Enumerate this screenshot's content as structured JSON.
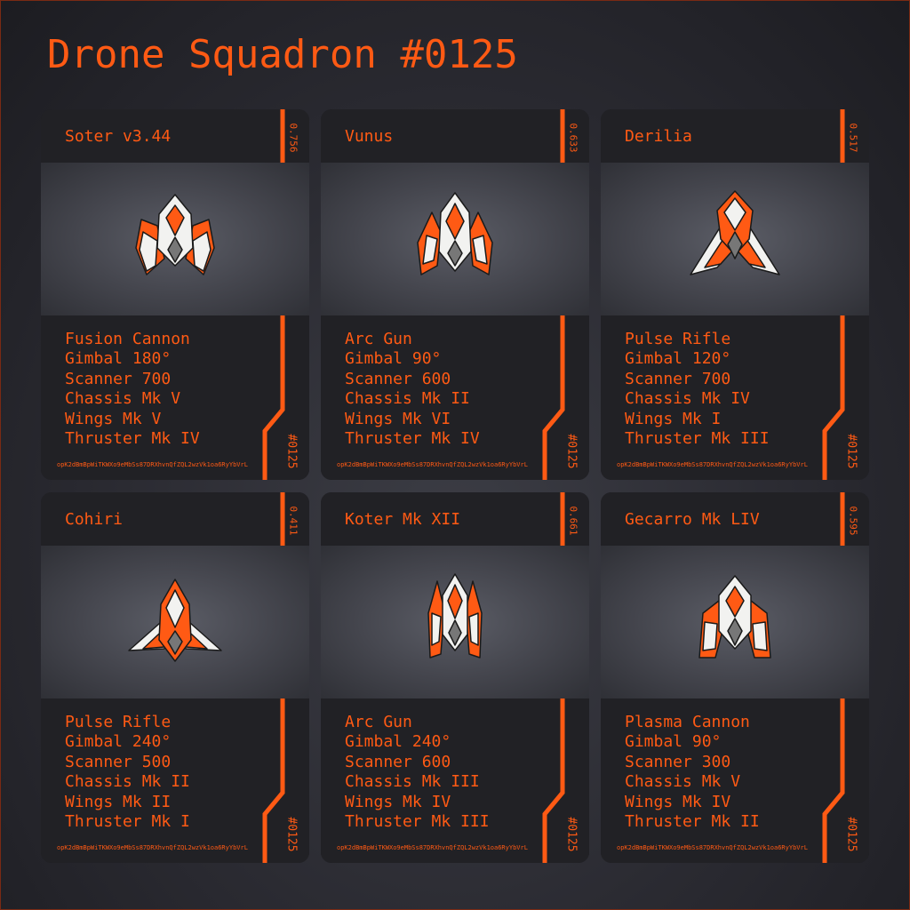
{
  "page": {
    "title": "Drone Squadron #0125"
  },
  "colors": {
    "accent": "#ff5a14",
    "panel": "#212125",
    "hull": "#f2f2f0",
    "cockpit": "#777777"
  },
  "drones": [
    {
      "name": "Soter v3.44",
      "score": "0.756",
      "id": "#0125",
      "code": "opK2dBmBpWiTKWXo9eMbSs87DRXhvnQfZQL2wzVk1oa6RyYbVrL",
      "specs": [
        "Fusion Cannon",
        "Gimbal 180°",
        "Scanner 700",
        "Chassis Mk V",
        "Wings Mk V",
        "Thruster Mk IV"
      ]
    },
    {
      "name": "Vunus",
      "score": "0.633",
      "id": "#0125",
      "code": "opK2dBmBpWiTKWXo9eMbSs87DRXhvnQfZQL2wzVk1oa6RyYbVrL",
      "specs": [
        "Arc Gun",
        "Gimbal 90°",
        "Scanner 600",
        "Chassis Mk II",
        "Wings Mk VI",
        "Thruster Mk IV"
      ]
    },
    {
      "name": "Derilia",
      "score": "0.517",
      "id": "#0125",
      "code": "opK2dBmBpWiTKWXo9eMbSs87DRXhvnQfZQL2wzVk1oa6RyYbVrL",
      "specs": [
        "Pulse Rifle",
        "Gimbal 120°",
        "Scanner 700",
        "Chassis Mk IV",
        "Wings Mk I",
        "Thruster Mk III"
      ]
    },
    {
      "name": "Cohiri",
      "score": "0.411",
      "id": "#0125",
      "code": "opK2dBmBpWiTKWXo9eMbSs87DRXhvnQfZQL2wzVk1oa6RyYbVrL",
      "specs": [
        "Pulse Rifle",
        "Gimbal 240°",
        "Scanner 500",
        "Chassis Mk II",
        "Wings Mk II",
        "Thruster Mk I"
      ]
    },
    {
      "name": "Koter Mk XII",
      "score": "0.661",
      "id": "#0125",
      "code": "opK2dBmBpWiTKWXo9eMbSs87DRXhvnQfZQL2wzVk1oa6RyYbVrL",
      "specs": [
        "Arc Gun",
        "Gimbal 240°",
        "Scanner 600",
        "Chassis Mk III",
        "Wings Mk IV",
        "Thruster Mk III"
      ]
    },
    {
      "name": "Gecarro Mk LIV",
      "score": "0.595",
      "id": "#0125",
      "code": "opK2dBmBpWiTKWXo9eMbSs87DRXhvnQfZQL2wzVk1oa6RyYbVrL",
      "specs": [
        "Plasma Cannon",
        "Gimbal 90°",
        "Scanner 300",
        "Chassis Mk V",
        "Wings Mk IV",
        "Thruster Mk II"
      ]
    }
  ]
}
